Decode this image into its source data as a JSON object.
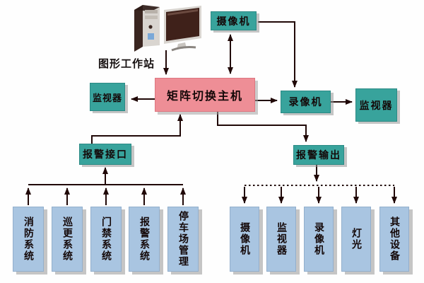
{
  "nodes": {
    "workstation_label": "图形工作站",
    "camera_top": "摄像机",
    "matrix_host": "矩阵切换主机",
    "monitor_left": "监视器",
    "recorder": "录像机",
    "monitor_right": "监视器",
    "alarm_interface": "报警接口",
    "alarm_output": "报警输出"
  },
  "bottom_left": {
    "items": [
      {
        "label": "消防系统"
      },
      {
        "label": "巡更系统"
      },
      {
        "label": "门禁系统"
      },
      {
        "label": "报警系统"
      },
      {
        "label": "停车场管理"
      }
    ]
  },
  "bottom_right": {
    "items": [
      {
        "label": "摄像机"
      },
      {
        "label": "监视器"
      },
      {
        "label": "录像机"
      },
      {
        "label": "灯光"
      },
      {
        "label": "其他设备"
      }
    ]
  },
  "icons": {
    "workstation": "workstation-icon (pc tower + monitor)"
  },
  "colors": {
    "teal_box": "#38a39c",
    "pink_box": "#ee8e96",
    "light_blue_box": "#a9c5e1",
    "line": "#200807",
    "text": "#140808",
    "shadow": "#9a9a9a",
    "background": "#fefefe"
  }
}
